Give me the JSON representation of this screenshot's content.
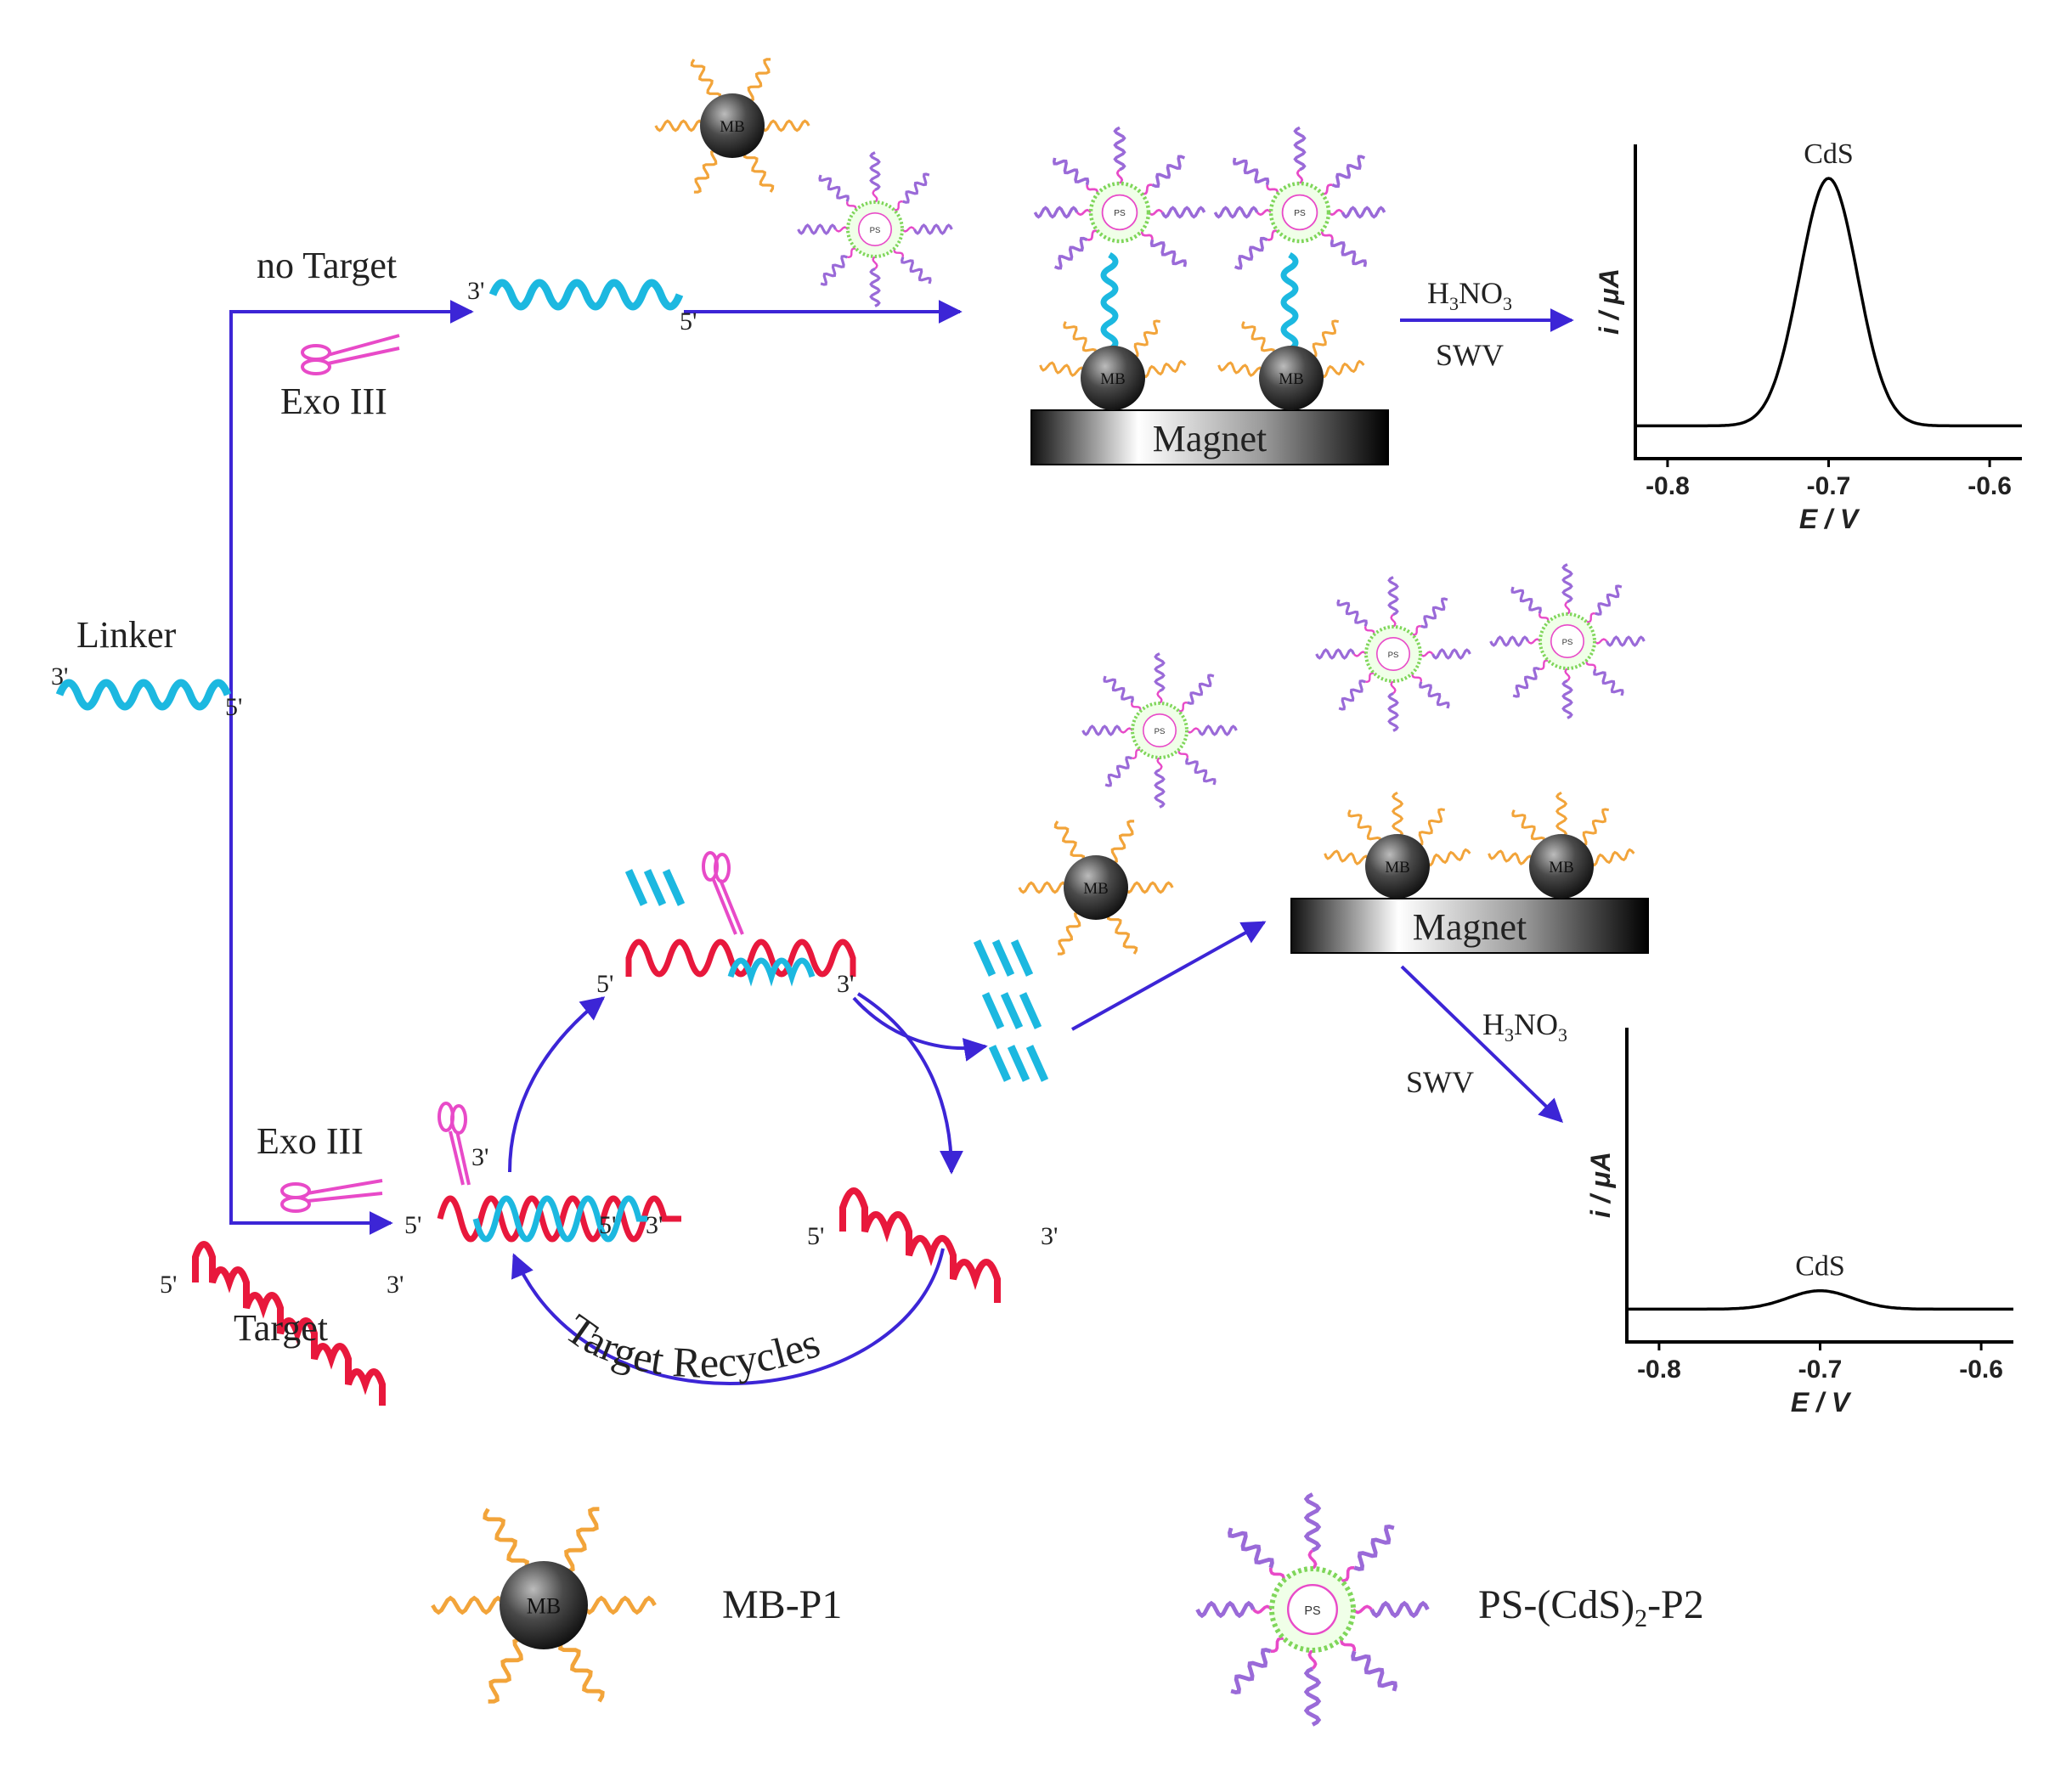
{
  "labels": {
    "no_target": "no Target",
    "exo_top": "Exo III",
    "exo_bottom": "Exo III",
    "linker": "Linker",
    "target": "Target",
    "target_recycles": "Target Recycles",
    "magnet_top": "Magnet",
    "magnet_bottom": "Magnet",
    "acid_top": "H",
    "acid_top_sub1": "3",
    "acid_top_mid": "NO",
    "acid_top_sub2": "3",
    "swv_top": "SWV",
    "acid_bottom": "H",
    "acid_bottom_sub1": "3",
    "acid_bottom_mid": "NO",
    "acid_bottom_sub2": "3",
    "swv_bottom": "SWV",
    "mb_legend": "MB-P1",
    "ps_legend_a": "PS-(CdS)",
    "ps_legend_sub": "2",
    "ps_legend_b": "-P2",
    "mb_core": "MB",
    "ps_core": "PS"
  },
  "ends": {
    "three": "3'",
    "five": "5'"
  },
  "chart_data": [
    {
      "type": "line",
      "peak_label": "CdS",
      "xlabel": "E / V",
      "ylabel": "i / μA",
      "xticks": [
        "-0.8",
        "-0.7",
        "-0.6"
      ],
      "xlim": [
        -0.82,
        -0.58
      ],
      "series": [
        {
          "baseline": 0.06,
          "peak_x": -0.7,
          "peak_y": 1.0,
          "width": 0.018
        }
      ]
    },
    {
      "type": "line",
      "peak_label": "CdS",
      "xlabel": "E / V",
      "ylabel": "i / μA",
      "xticks": [
        "-0.8",
        "-0.7",
        "-0.6"
      ],
      "xlim": [
        -0.82,
        -0.58
      ],
      "series": [
        {
          "baseline": 0.06,
          "peak_x": -0.7,
          "peak_y": 0.13,
          "width": 0.02
        }
      ]
    }
  ],
  "colors": {
    "arrow": "#3c25d6",
    "linker": "#1cb8e0",
    "target": "#e8183c",
    "orange_strand": "#f2a43a",
    "purple_strand": "#9a6ad8",
    "scissors": "#e84ac8"
  }
}
